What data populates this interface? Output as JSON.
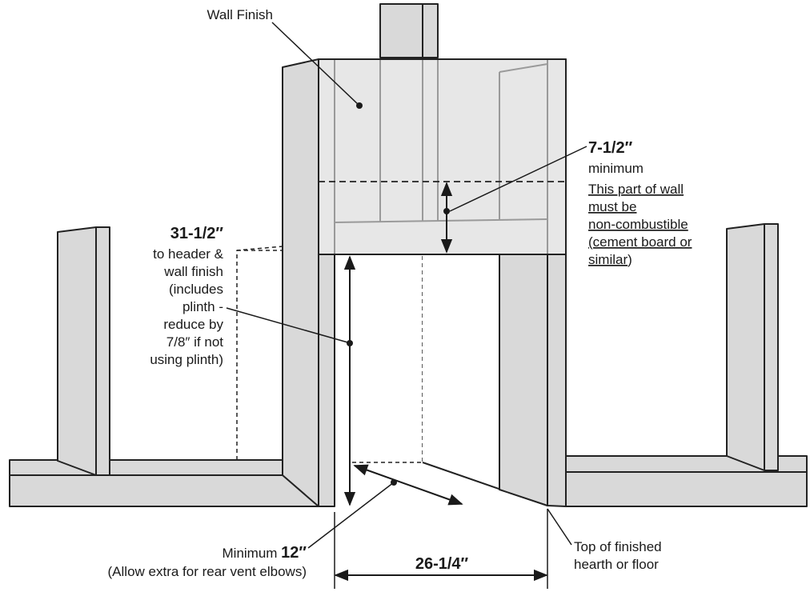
{
  "labels": {
    "wall_finish": "Wall Finish",
    "header_dim": {
      "value": "7-1/2″",
      "line1": "minimum",
      "line2": "This part of wall",
      "line3": "must be",
      "line4": "non-combustible",
      "line5": "(cement board or",
      "line6": "similar",
      "line6_close": ")"
    },
    "height_dim": {
      "value": "31-1/2″",
      "line1": "to header &",
      "line2": "wall finish",
      "line3": "(includes",
      "line4": "plinth -",
      "line5": "reduce by",
      "line6": "7/8″ if not",
      "line7": "using plinth)"
    },
    "depth_dim": {
      "prefix": "Minimum ",
      "value": "12″",
      "note": "(Allow extra for rear vent elbows)"
    },
    "hearth": {
      "line1": "Top of finished",
      "line2": "hearth or floor"
    },
    "width_dim": "26-1/4″"
  },
  "colors": {
    "stud_fill": "#d9d9d9",
    "finish_fill": "#e7e7e7",
    "outline": "#222222"
  }
}
